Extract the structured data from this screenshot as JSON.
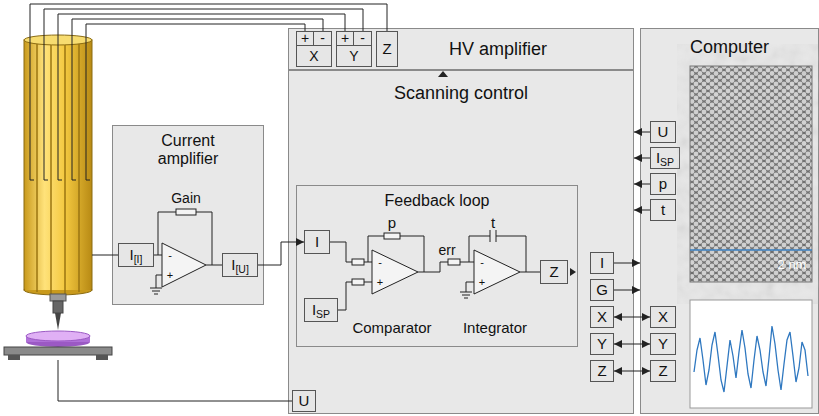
{
  "diagram": {
    "nodes": [
      {
        "text": [
          "Current amplifier"
        ]
      },
      {
        "text": [
          "I[I]"
        ],
        "in": 0
      },
      {
        "text": [
          "I[U]"
        ],
        "in": 0
      },
      {
        "text": [
          "HV amplifier"
        ]
      },
      {
        "text": [
          "+",
          "-",
          "X"
        ],
        "in": 3
      },
      {
        "text": [
          "+",
          "-",
          "Y"
        ],
        "in": 3
      },
      {
        "text": [
          "Z"
        ],
        "in": 3
      },
      {
        "text": [
          "Scanning control"
        ]
      },
      {
        "text": [
          "Feedback loop"
        ],
        "in": 7
      },
      {
        "text": [
          "I"
        ],
        "in": 8
      },
      {
        "text": [
          "ISP"
        ],
        "in": 8
      },
      {
        "text": [
          "Z"
        ],
        "in": 8
      },
      {
        "text": [
          "I"
        ],
        "in": 7
      },
      {
        "text": [
          "G"
        ],
        "in": 7
      },
      {
        "text": [
          "X"
        ],
        "in": 7
      },
      {
        "text": [
          "Y"
        ],
        "in": 7
      },
      {
        "text": [
          "Z"
        ],
        "in": 7
      },
      {
        "text": [
          "U"
        ],
        "in": 7
      },
      {
        "text": [
          "Computer"
        ]
      },
      {
        "text": [
          "U"
        ],
        "in": 18
      },
      {
        "text": [
          "ISP"
        ],
        "in": 18
      },
      {
        "text": [
          "p"
        ],
        "in": 18
      },
      {
        "text": [
          "t"
        ],
        "in": 18
      },
      {
        "text": [
          "X"
        ],
        "in": 18
      },
      {
        "text": [
          "Y"
        ],
        "in": 18
      },
      {
        "text": [
          "Z"
        ],
        "in": 18
      }
    ],
    "edges": [
      {
        "from": 2,
        "to": 9,
        "arrow": "to"
      },
      {
        "from": 12,
        "to": 18,
        "arrow": "to"
      },
      {
        "from": 13,
        "to": 18,
        "arrow": "to"
      },
      {
        "from": 14,
        "to": 23,
        "arrow": "both"
      },
      {
        "from": 15,
        "to": 24,
        "arrow": "both"
      },
      {
        "from": 16,
        "to": 25,
        "arrow": "both"
      },
      {
        "from": 19,
        "to": 7,
        "arrow": "to"
      },
      {
        "from": 20,
        "to": 7,
        "arrow": "to"
      },
      {
        "from": 21,
        "to": 7,
        "arrow": "to"
      },
      {
        "from": 22,
        "to": 7,
        "arrow": "to"
      }
    ],
    "labels": [
      "Gain",
      "-",
      "+",
      "p",
      "-",
      "+",
      "err",
      "t",
      "-",
      "+",
      "Comparator",
      "Integrator",
      "2 nm"
    ]
  }
}
